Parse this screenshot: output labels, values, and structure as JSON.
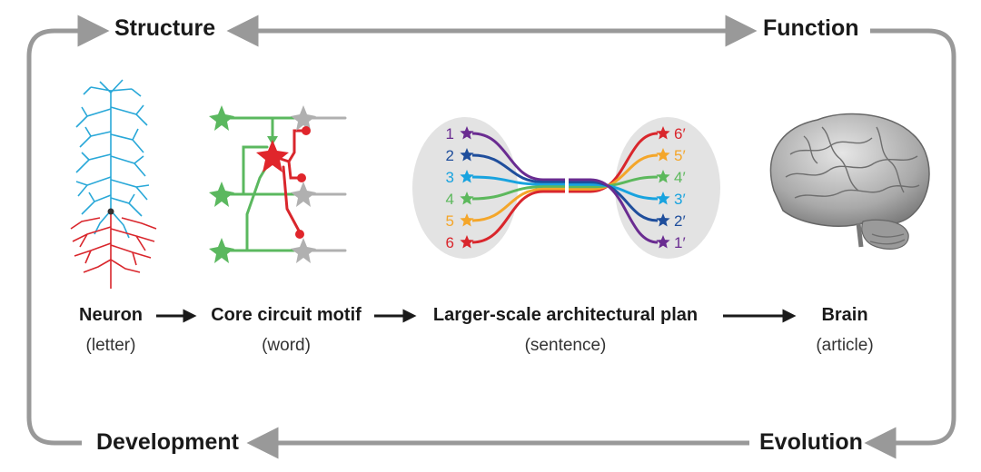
{
  "corners": {
    "structure": "Structure",
    "function": "Function",
    "development": "Development",
    "evolution": "Evolution"
  },
  "stages": [
    {
      "name": "Neuron",
      "analogy": "(letter)"
    },
    {
      "name": "Core circuit motif",
      "analogy": "(word)"
    },
    {
      "name": "Larger-scale architectural plan",
      "analogy": "(sentence)"
    },
    {
      "name": "Brain",
      "analogy": "(article)"
    }
  ],
  "layers": {
    "left": [
      "1",
      "2",
      "3",
      "4",
      "5",
      "6"
    ],
    "right": [
      "6′",
      "5′",
      "4′",
      "3′",
      "2′",
      "1′"
    ]
  },
  "colors": {
    "frame": "#999999",
    "text": "#1a1a1a",
    "dendrite": "#29a8d8",
    "axon": "#d9262c",
    "excitatory": "#5bb85f",
    "inhibitory": "#e0252b",
    "output": "#b0b0b0",
    "ellipse": "#e3e3e3",
    "layer_colors": [
      "#6a2c91",
      "#1f4e9c",
      "#18a3df",
      "#5cb85c",
      "#f4a62a",
      "#d9262c"
    ]
  },
  "icons": {
    "neuron": "pyramidal-neuron-icon",
    "circuit": "circuit-motif-icon",
    "architecture": "layer-mapping-icon",
    "brain": "brain-icon"
  }
}
